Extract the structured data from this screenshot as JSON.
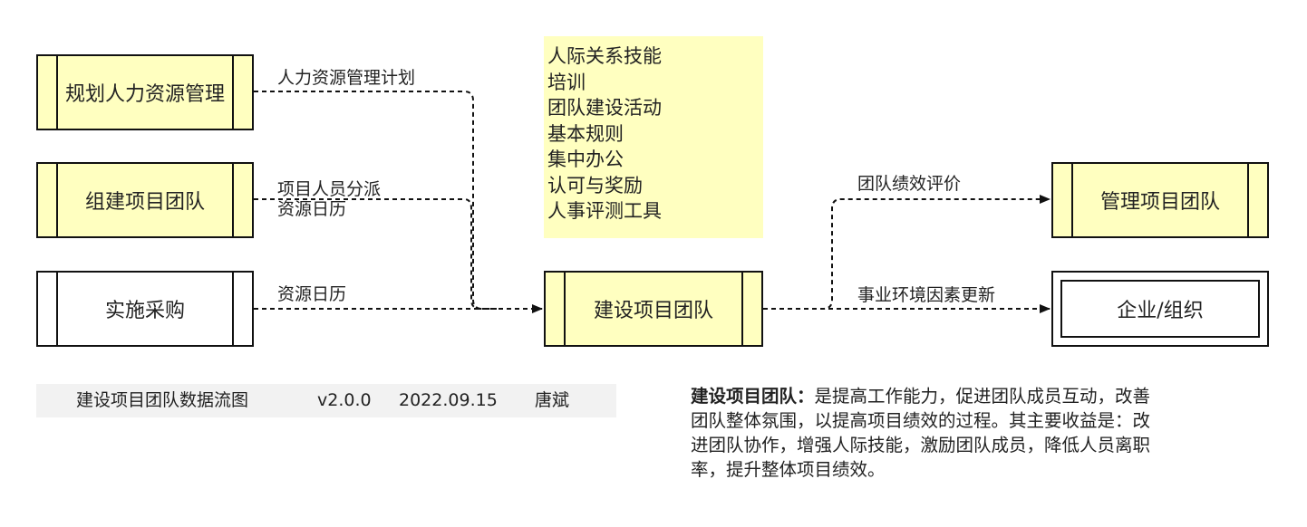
{
  "nodes": {
    "plan_hr": "规划人力资源管理",
    "acquire_team": "组建项目团队",
    "conduct_procurement": "实施采购",
    "develop_team": "建设项目团队",
    "manage_team": "管理项目团队",
    "organization": "企业/组织"
  },
  "flows": {
    "hr_plan": "人力资源管理计划",
    "staff_assignment": "项目人员分派",
    "resource_calendar_1": "资源日历",
    "resource_calendar_2": "资源日历",
    "team_performance": "团队绩效评价",
    "eef_updates": "事业环境因素更新"
  },
  "tools": [
    "人际关系技能",
    "培训",
    "团队建设活动",
    "基本规则",
    "集中办公",
    "认可与奖励",
    "人事评测工具"
  ],
  "footer": {
    "title": "建设项目团队数据流图",
    "version": "v2.0.0",
    "date": "2022.09.15",
    "author": "唐斌"
  },
  "description": {
    "heading": "建设项目团队：",
    "lines": [
      "是提高工作能力，促进团队成员互动，改善",
      "团队整体氛围，以提高项目绩效的过程。其主要收益是：改",
      "进团队协作，增强人际技能，激励团队成员，降低人员离职",
      "率，提升整体项目绩效。"
    ]
  },
  "colors": {
    "process_fill": "#ffffc0",
    "footer_bg": "#f2f2f2",
    "stroke": "#111111"
  }
}
